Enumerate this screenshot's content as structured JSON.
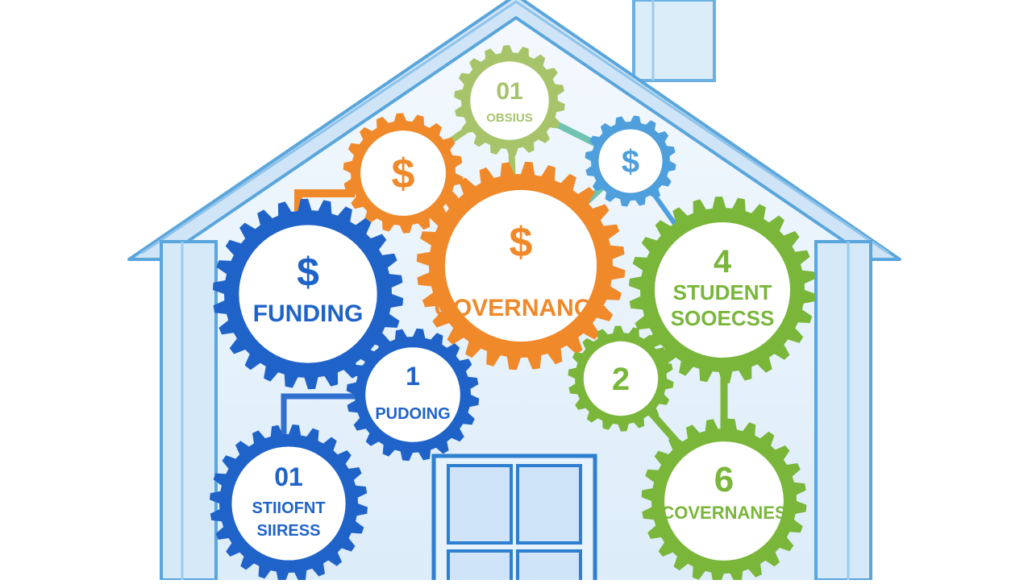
{
  "colors": {
    "background": "#ffffff",
    "house_outline": "#5aa6dc",
    "house_fill": "#eaf4fc",
    "blue": "#1f63c9",
    "orange": "#f0892a",
    "green": "#79b63a",
    "light_green": "#a7c46b",
    "light_blue": "#4f9fdc"
  },
  "gears": [
    {
      "id": "gear-01-top",
      "color": "light_green",
      "lines": [
        "01",
        "OBSIUS"
      ]
    },
    {
      "id": "gear-dollar-orange",
      "color": "orange",
      "lines": [
        "$"
      ]
    },
    {
      "id": "gear-dollar-blue-small",
      "color": "light_blue",
      "lines": [
        "$"
      ]
    },
    {
      "id": "gear-funding",
      "color": "blue",
      "lines": [
        "$",
        "FUNDING"
      ]
    },
    {
      "id": "gear-governance",
      "color": "orange",
      "lines": [
        "$",
        "GOVERNANCE"
      ]
    },
    {
      "id": "gear-student-success",
      "color": "green",
      "lines": [
        "4",
        "STUDENT",
        "SOOECSS"
      ]
    },
    {
      "id": "gear-puddING",
      "color": "blue",
      "lines": [
        "1",
        "PUDOING"
      ]
    },
    {
      "id": "gear-2",
      "color": "green",
      "lines": [
        "2"
      ]
    },
    {
      "id": "gear-01-bottom",
      "color": "blue",
      "lines": [
        "01",
        "STIIOFNT",
        "SIIRESS"
      ]
    },
    {
      "id": "gear-6",
      "color": "green",
      "lines": [
        "6",
        "COVERNANES"
      ]
    }
  ]
}
